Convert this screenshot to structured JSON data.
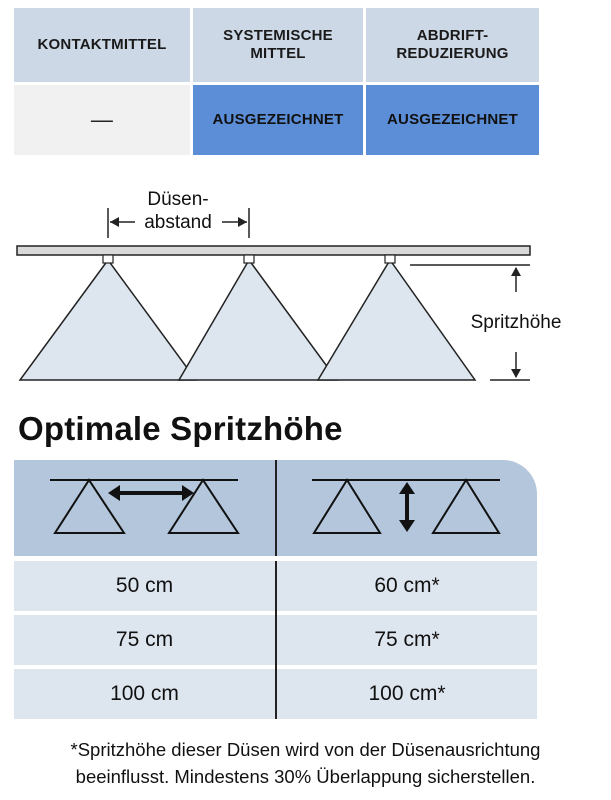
{
  "rating_table": {
    "headers": [
      "KONTAKTMITTEL",
      "SYSTEMISCHE MITTEL",
      "ABDRIFT-REDUZIERUNG"
    ],
    "header_lines": [
      [
        "KONTAKTMITTEL"
      ],
      [
        "SYSTEMISCHE",
        "MITTEL"
      ],
      [
        "ABDRIFT-",
        "REDUZIERUNG"
      ]
    ],
    "values": [
      "—",
      "AUSGEZEICHNET",
      "AUSGEZEICHNET"
    ],
    "colors": {
      "header_bg": "#cdd8e6",
      "empty_bg": "#f1f1f1",
      "good_bg": "#5b8ed6"
    }
  },
  "diagram": {
    "spacing_label_line1": "Düsen-",
    "spacing_label_line2": "abstand",
    "height_label": "Spritzhöhe",
    "spray_color": "#dde5ef"
  },
  "section_title": "Optimale Spritzhöhe",
  "height_table": {
    "header_icons": [
      "spacing-icon",
      "height-icon"
    ],
    "rows": [
      {
        "spacing": "50 cm",
        "height": "60 cm*"
      },
      {
        "spacing": "75 cm",
        "height": "75 cm*"
      },
      {
        "spacing": "100 cm",
        "height": "100 cm*"
      }
    ],
    "colors": {
      "header_bg": "#b3c6dc",
      "row_bg": "#dde5ef"
    }
  },
  "footnote": {
    "line1": "*Spritzhöhe dieser Düsen wird von der Düsenausrichtung",
    "line2": "beeinflusst. Mindestens 30% Überlappung sicherstellen."
  }
}
